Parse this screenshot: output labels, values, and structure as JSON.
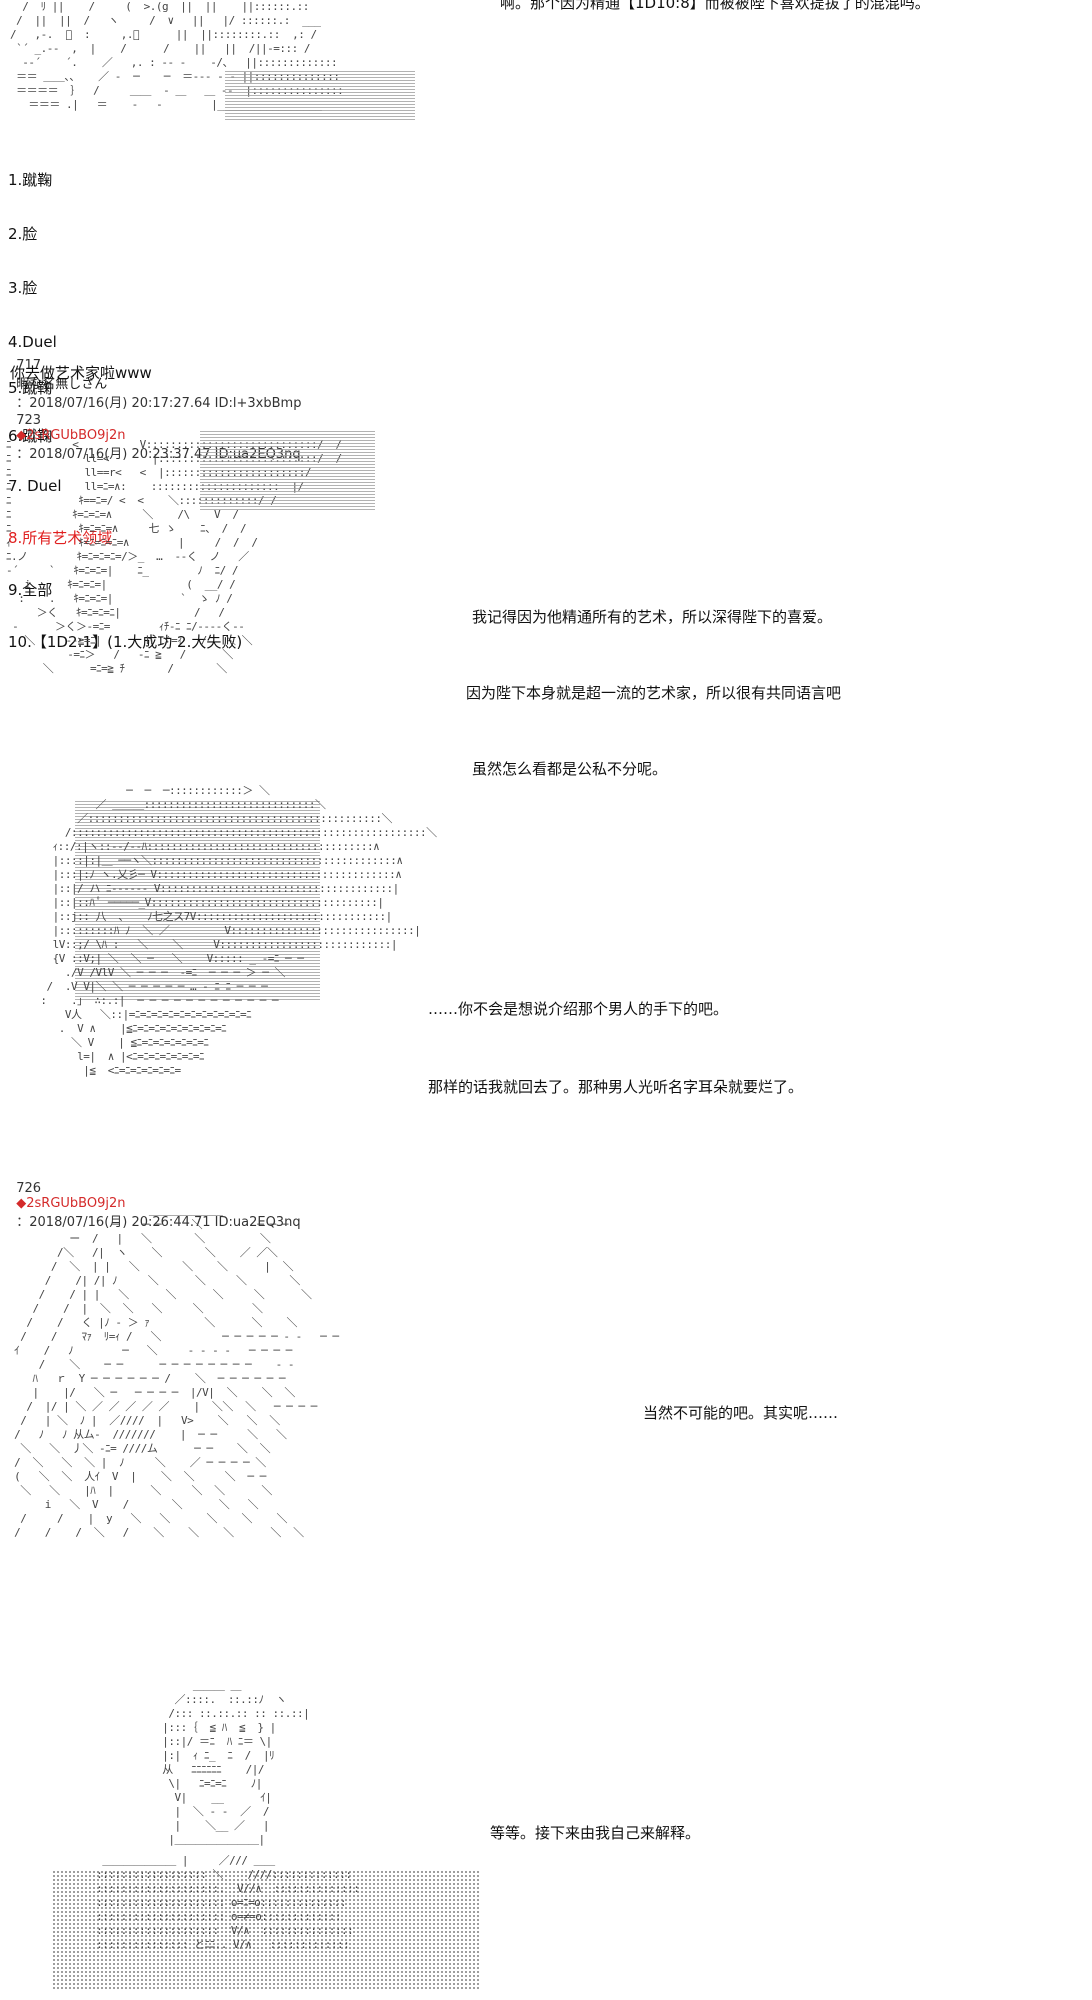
{
  "top_narration": "啊。那个因为精通【1D10:8】而被被陛下喜欢提拔了的混混吗。",
  "choice_list": [
    {
      "text": "1.蹴鞠",
      "highlight": false
    },
    {
      "text": "2.脸",
      "highlight": false
    },
    {
      "text": "3.脸",
      "highlight": false
    },
    {
      "text": "4.Duel",
      "highlight": false
    },
    {
      "text": "5.蹴鞠",
      "highlight": false
    },
    {
      "text": "6.蹴鞠",
      "highlight": false
    },
    {
      "text": "7. Duel",
      "highlight": false
    },
    {
      "text": "8.所有艺术领域",
      "highlight": true
    },
    {
      "text": "9.全部",
      "highlight": false
    },
    {
      "text": "10.【1D2:1】(1.大成功 2.大失败)",
      "highlight": false
    }
  ],
  "posts": {
    "p717": {
      "number": "717",
      "name": "暇な名無しさん",
      "meta": "：2018/07/16(月) 20:17:27.64 ID:l+3xbBmp",
      "body": "你去做艺术家啦www"
    },
    "p723": {
      "number": "723",
      "trip": "◆2sRGUbBO9j2n",
      "meta": "：2018/07/16(月) 20:23:37.47 ID:ua2EQ3nq",
      "lines_a": [
        "我记得因为他精通所有的艺术，所以深得陛下的喜爱。",
        "因为陛下本身就是超一流的艺术家，所以很有共同语言吧",
        "虽然怎么看都是公私不分呢。"
      ],
      "lines_b": [
        "……你不会是想说介绍那个男人的手下的吧。",
        "那样的话我就回去了。那种男人光听名字耳朵就要烂了。"
      ]
    },
    "p726": {
      "number": "726",
      "trip": "◆2sRGUbBO9j2n",
      "meta": "：2018/07/16(月) 20:26:44.71 ID:ua2EQ3nq",
      "lines_a": [
        "当然不可能的吧。其实呢……"
      ],
      "lines_b": [
        "等等。接下来由我自己来解释。"
      ]
    }
  },
  "colors": {
    "trip_red": "#d42a2a",
    "highlight_red": "#e02020"
  }
}
